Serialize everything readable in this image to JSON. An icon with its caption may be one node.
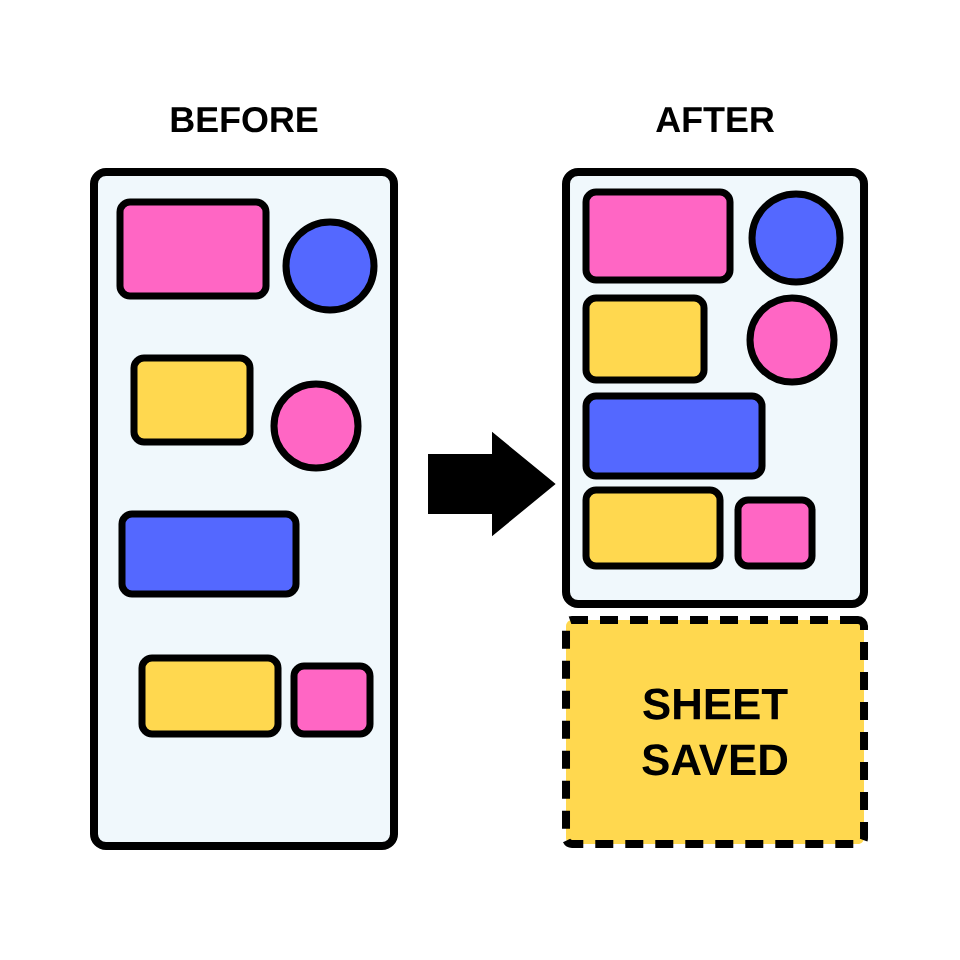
{
  "diagram": {
    "nodes": [
      {
        "text": [
          "BEFORE"
        ]
      },
      {
        "text": [
          "AFTER"
        ]
      },
      {
        "text": [
          "SHEET SAVED"
        ]
      }
    ],
    "edges": [
      {
        "from": 0,
        "to": 1,
        "arrow": "to"
      }
    ]
  }
}
